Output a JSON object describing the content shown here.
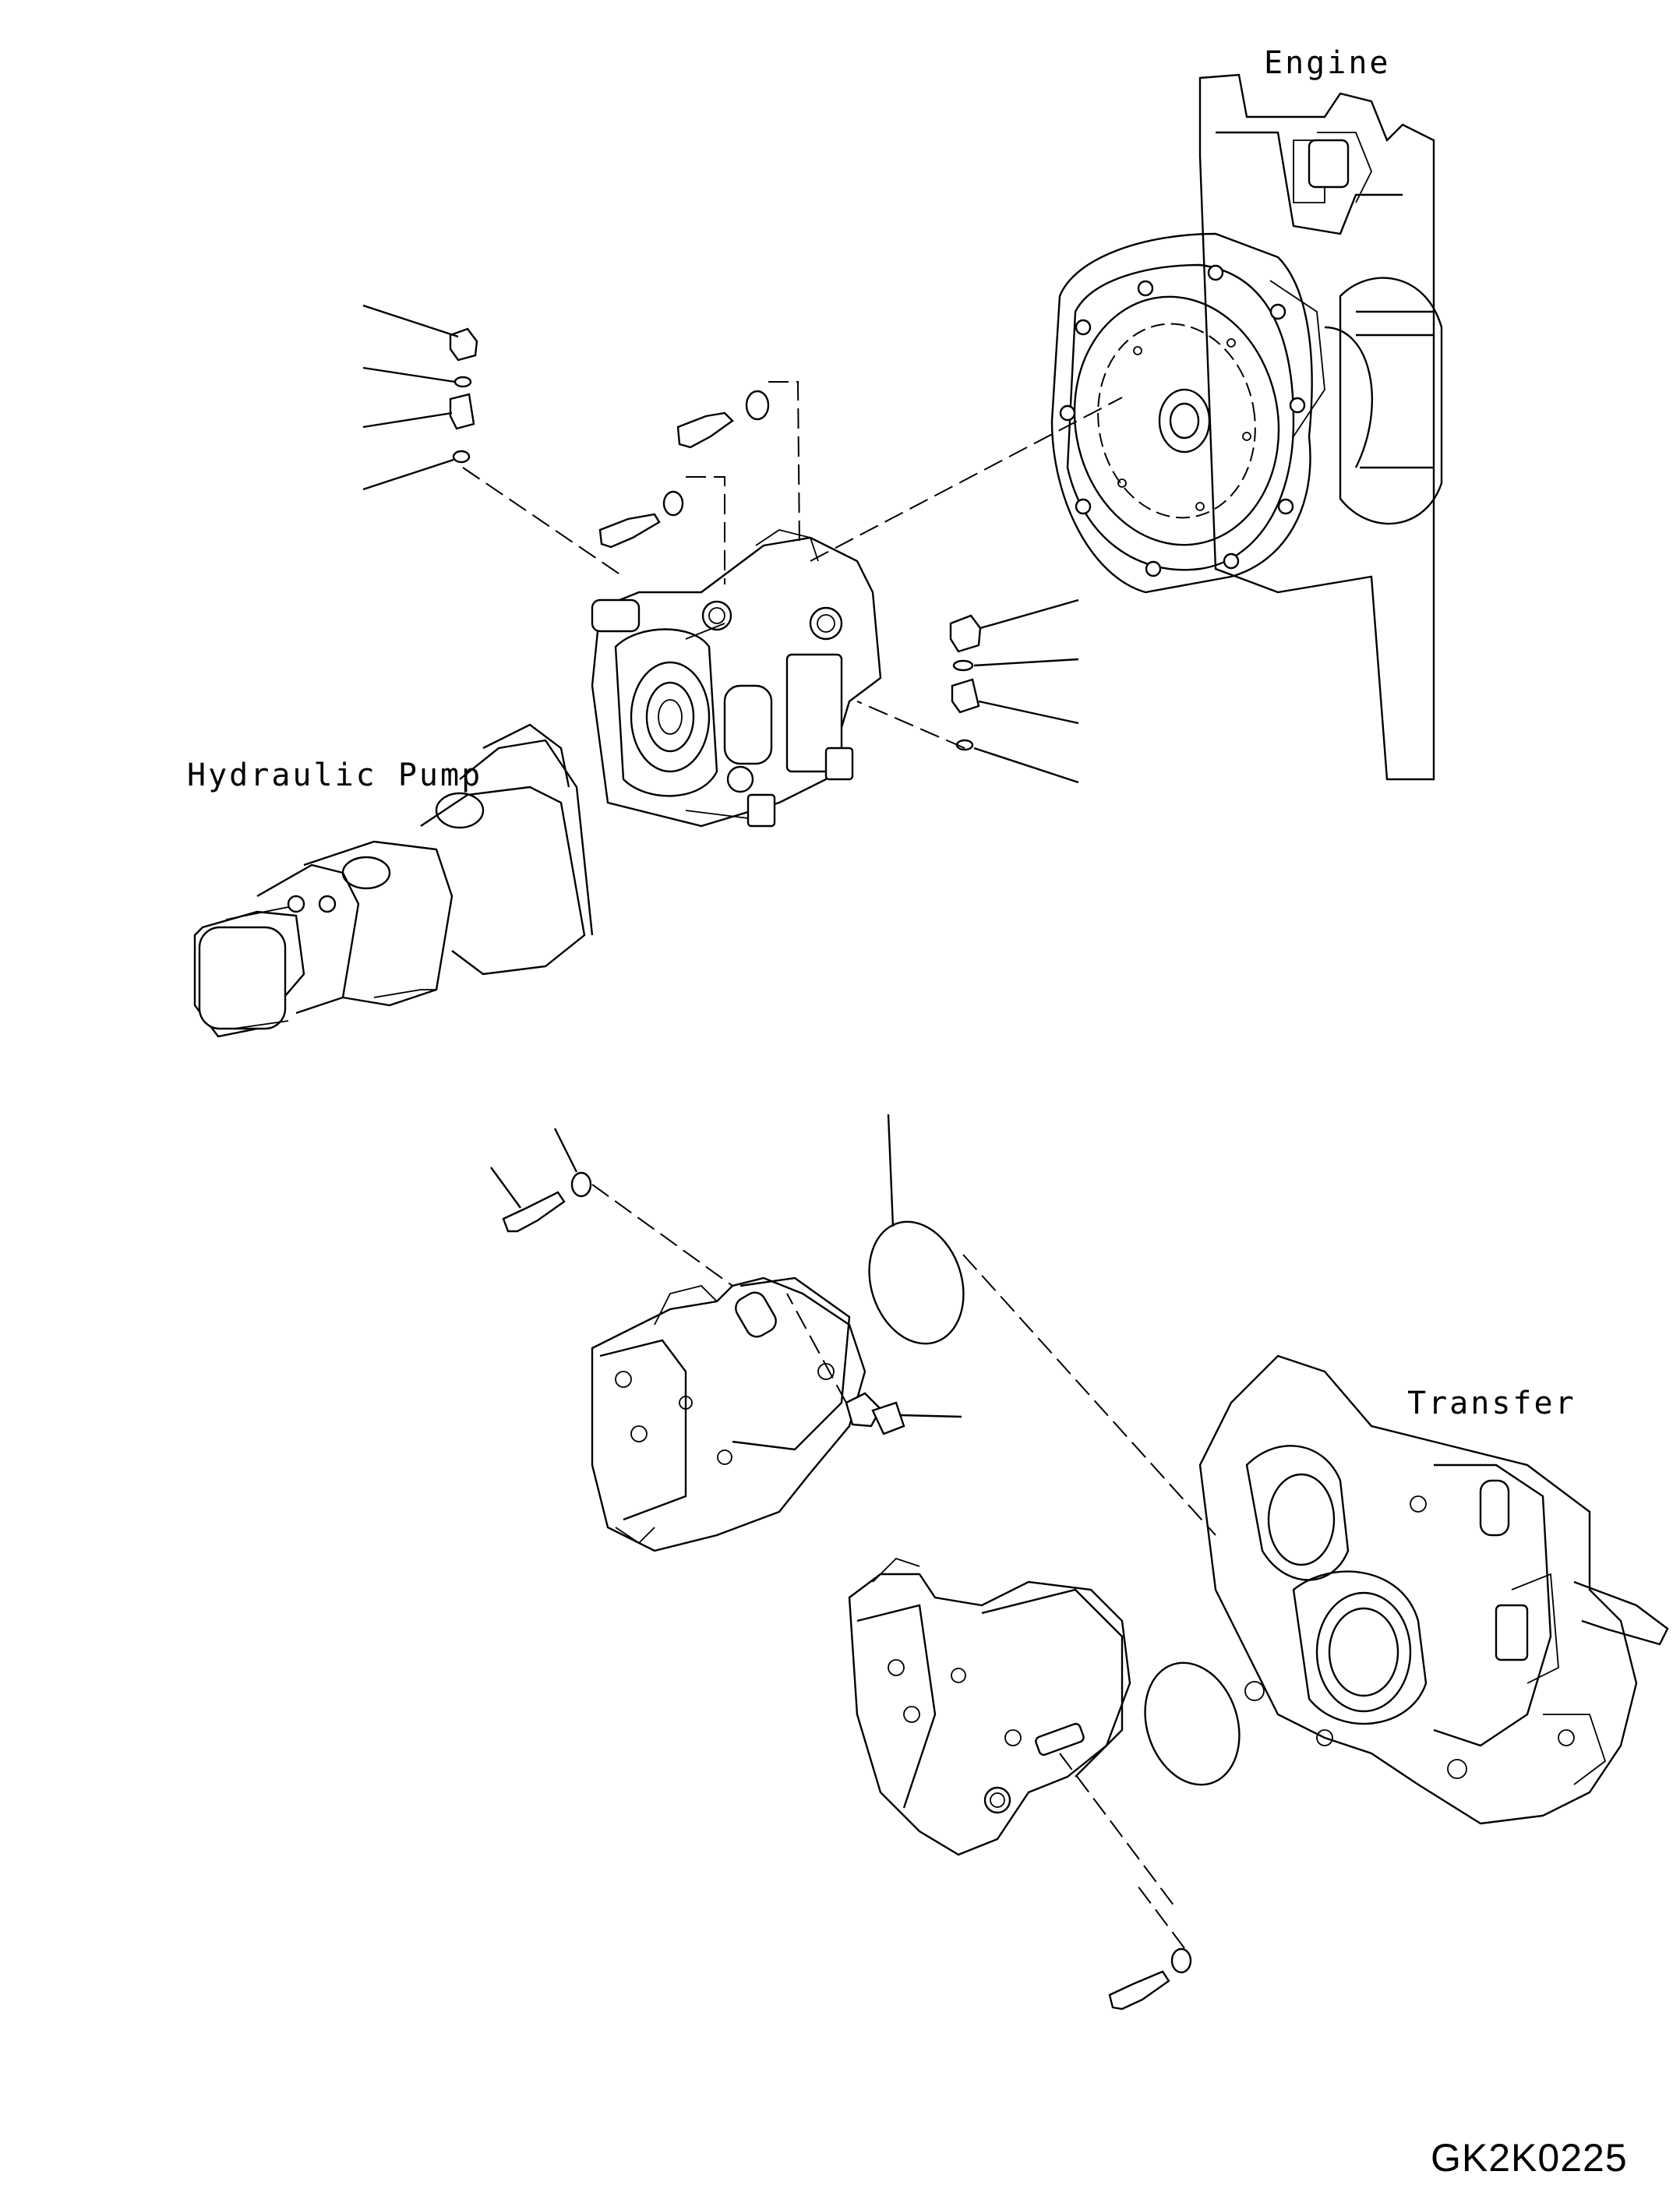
{
  "labels": {
    "engine": "Engine",
    "hydraulic_pump": "Hydraulic Pump",
    "transfer": "Transfer",
    "drawing_code": "GK2K0225"
  }
}
